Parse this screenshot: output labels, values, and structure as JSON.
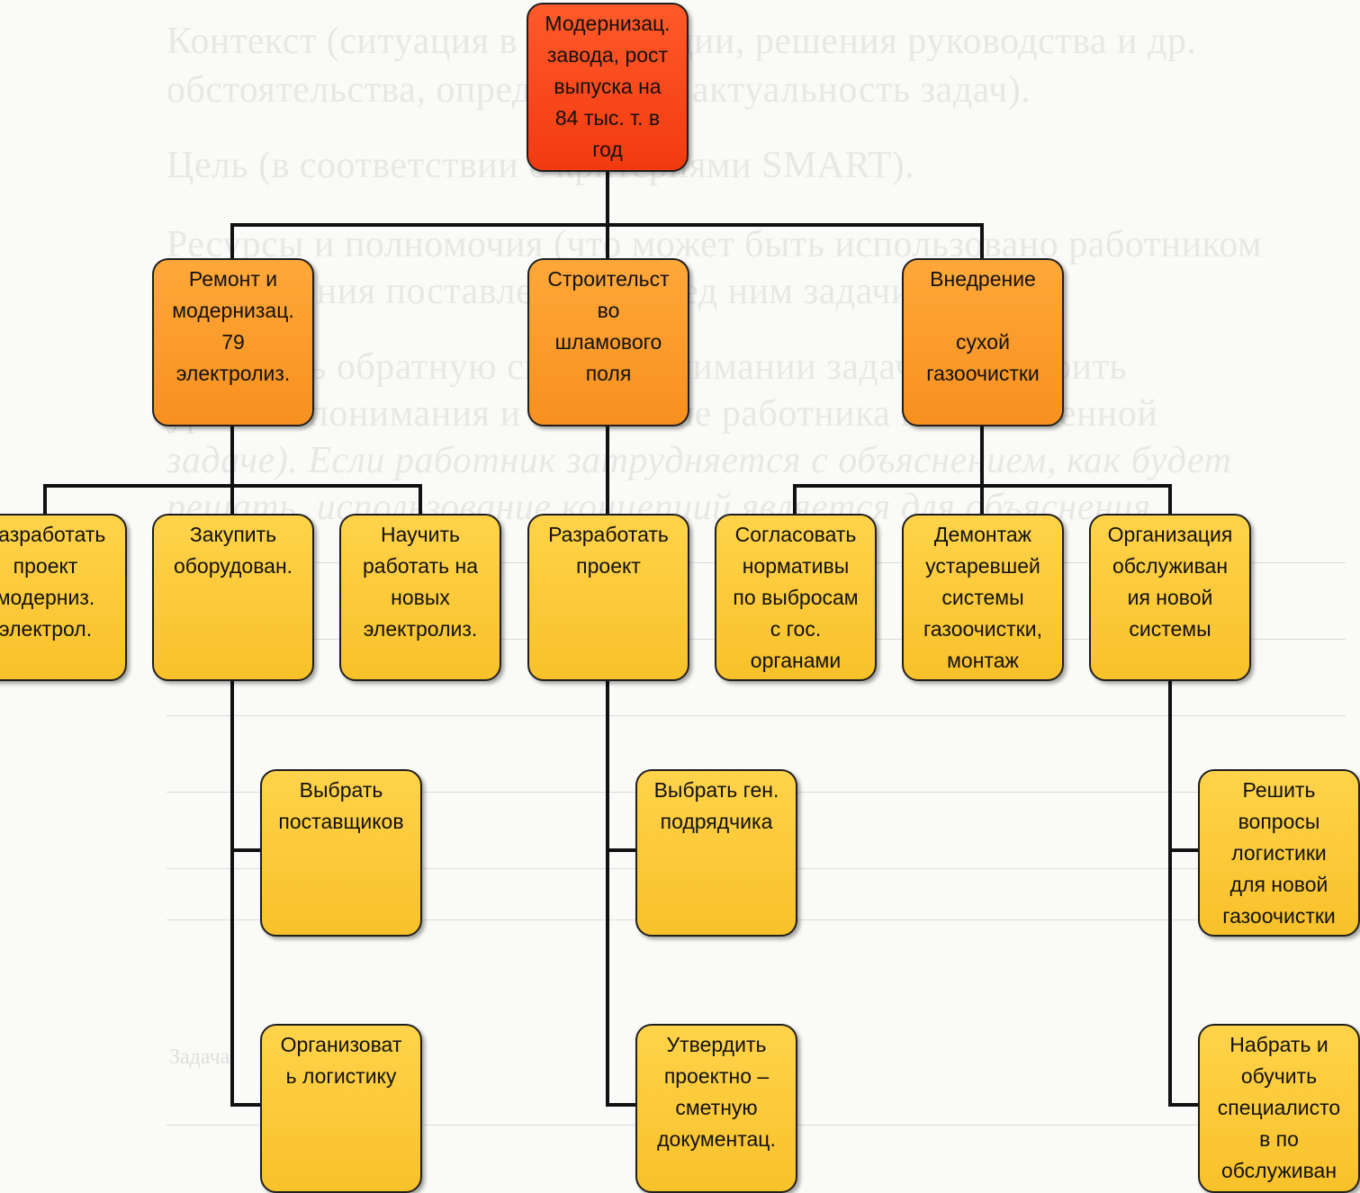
{
  "diagram": {
    "root": {
      "label": "Модернизац.\nзавода, рост\nвыпуска  на\n84 тыс. т. в\nгод"
    },
    "branches": [
      {
        "label": "Ремонт и\nмодернизац.\n79\nэлектролиз.",
        "tasks": [
          {
            "label": "Разработать\nпроект\nмодерниз.\nэлектрол."
          },
          {
            "label": "Закупить\nоборудован.",
            "subtasks": [
              {
                "label": "Выбрать\nпоставщиков"
              },
              {
                "label": "Организоват\nь логистику"
              }
            ]
          },
          {
            "label": "Научить\nработать на\nновых\nэлектролиз."
          }
        ]
      },
      {
        "label": "Строительст\nво\nшламового\nполя",
        "tasks": [
          {
            "label": "Разработать\nпроект",
            "subtasks": [
              {
                "label": "Выбрать ген.\nподрядчика"
              },
              {
                "label": "Утвердить\nпроектно –\nсметную\nдокументац."
              }
            ]
          }
        ]
      },
      {
        "label": "Внедрение\n\nсухой\nгазоочистки",
        "tasks": [
          {
            "label": "Согласовать\nнормативы\nпо выбросам\nс гос.\nорганами"
          },
          {
            "label": "Демонтаж\nустаревшей\nсистемы\nгазоочистки,\nмонтаж"
          },
          {
            "label": "Организация\nобслуживан\nия новой\nсистемы",
            "subtasks": [
              {
                "label": "Решить\nвопросы\nлогистики\nдля новой\nгазоочистки"
              },
              {
                "label": "Набрать и\nобучить\nспециалисто\nв по\nобслуживан"
              }
            ]
          }
        ]
      }
    ]
  },
  "background_text": {
    "lines": [
      "Контекст (ситуация в организации, решения руководства и др.",
      "обстоятельства, определяющие актуальность задач).",
      "Цель (в соответствии с критериями SMART).",
      "Ресурсы и полномочия (что может быть использовано работником",
      "для решения поставленной перед ним задачи).",
      "Получить обратную связь о понимании задачи (проверить",
      "уровень понимания и отношение работника к поставленной",
      "задаче). Если работник затрудняется с объяснением, как будет",
      "решать, использование концепций является для объяснения."
    ],
    "footer_label": "Задача"
  },
  "colors": {
    "root": "#f23a10",
    "level1": "#f7901e",
    "level2": "#f8c12a",
    "connector": "#111111"
  }
}
